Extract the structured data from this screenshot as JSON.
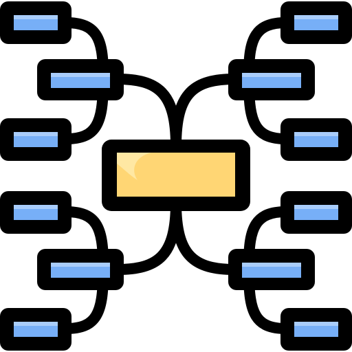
{
  "icon": {
    "name": "mind-map-icon",
    "colors": {
      "outline": "#000000",
      "node_fill": "#77aff7",
      "node_highlight": "#a9cdfb",
      "center_fill": "#ffd674",
      "center_highlight": "#ffe8a3",
      "background": "#ffffff"
    },
    "node_groups": [
      {
        "name": "top-left",
        "nodes": [
          "left-outer",
          "left-inner",
          "left-outer"
        ]
      },
      {
        "name": "top-right",
        "nodes": [
          "right-outer",
          "right-inner",
          "right-outer"
        ]
      },
      {
        "name": "bottom-left",
        "nodes": [
          "left-outer",
          "left-inner",
          "left-outer"
        ]
      },
      {
        "name": "bottom-right",
        "nodes": [
          "right-outer",
          "right-inner",
          "right-outer"
        ]
      }
    ]
  }
}
